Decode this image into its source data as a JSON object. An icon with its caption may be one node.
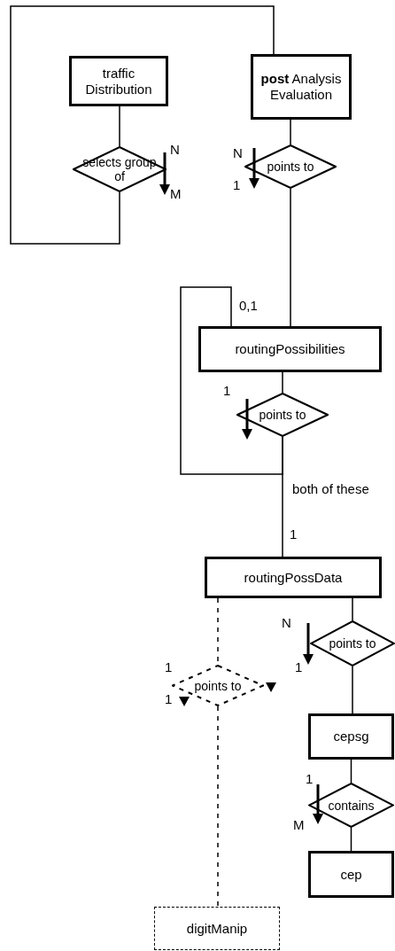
{
  "diagram": {
    "nodes": [
      {
        "text": [
          "traffic Distribution"
        ]
      },
      {
        "text": [
          "**post** Analysis Evaluation"
        ]
      },
      {
        "text": [
          "selects group of"
        ]
      },
      {
        "text": [
          "points to"
        ]
      },
      {
        "text": [
          "routingPossibilities"
        ]
      },
      {
        "text": [
          "points to"
        ]
      },
      {
        "text": [
          "routingPossData"
        ]
      },
      {
        "text": [
          "points to"
        ]
      },
      {
        "text": [
          "points to"
        ]
      },
      {
        "text": [
          "cepsg"
        ]
      },
      {
        "text": [
          "contains"
        ]
      },
      {
        "text": [
          "cep"
        ]
      },
      {
        "text": [
          "digitManip"
        ]
      }
    ],
    "edges": [
      {
        "from": 0,
        "to": 2,
        "arrow": "none"
      },
      {
        "from": 2,
        "to": 1,
        "arrow": "none"
      },
      {
        "from": 1,
        "to": 3,
        "arrow": "none"
      },
      {
        "from": 3,
        "to": 4,
        "arrow": "none"
      },
      {
        "from": 4,
        "to": 5,
        "arrow": "none"
      },
      {
        "from": 5,
        "to": 4,
        "arrow": "none"
      },
      {
        "from": 5,
        "to": 6,
        "arrow": "none",
        "label": "both of these"
      },
      {
        "from": 6,
        "to": 7,
        "arrow": "none"
      },
      {
        "from": 7,
        "to": 9,
        "arrow": "none"
      },
      {
        "from": 6,
        "to": 8,
        "arrow": "none",
        "style": "dashed"
      },
      {
        "from": 8,
        "to": 12,
        "arrow": "none",
        "style": "dashed"
      },
      {
        "from": 9,
        "to": 10,
        "arrow": "none"
      },
      {
        "from": 10,
        "to": 11,
        "arrow": "none"
      }
    ],
    "labels": [
      "N",
      "N",
      "M",
      "1",
      "0,1",
      "1",
      "1",
      "N",
      "1",
      "1",
      "1",
      "1",
      "M"
    ]
  }
}
